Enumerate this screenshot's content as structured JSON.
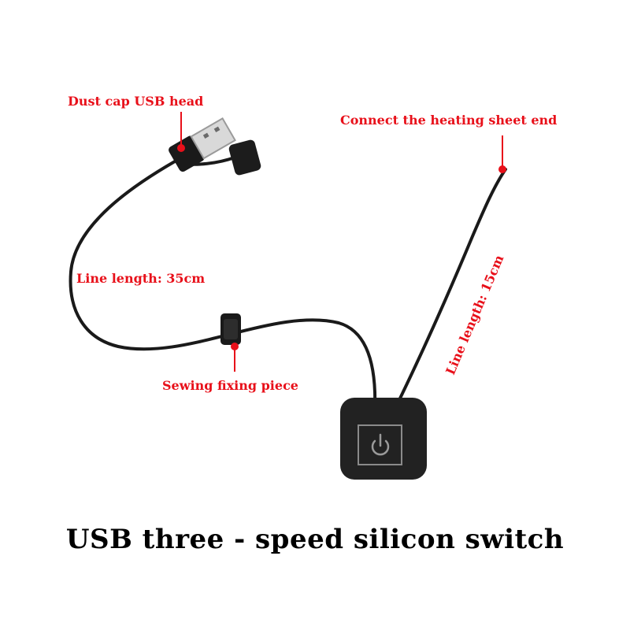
{
  "labels": {
    "dust_cap": "Dust cap USB head",
    "heating_end": "Connect the heating sheet end",
    "line_35": "Line length: 35cm",
    "line_15": "Line length: 15cm",
    "sewing": "Sewing fixing piece"
  },
  "title": "USB three - speed silicon switch",
  "colors": {
    "label": "#e8101a",
    "title": "#000000",
    "cable": "#1a1a1a",
    "switch_body": "#222222",
    "power_symbol": "#9a9a9a"
  },
  "icons": [
    "usb-plug-icon",
    "dust-cap-icon",
    "clip-icon",
    "power-icon"
  ]
}
